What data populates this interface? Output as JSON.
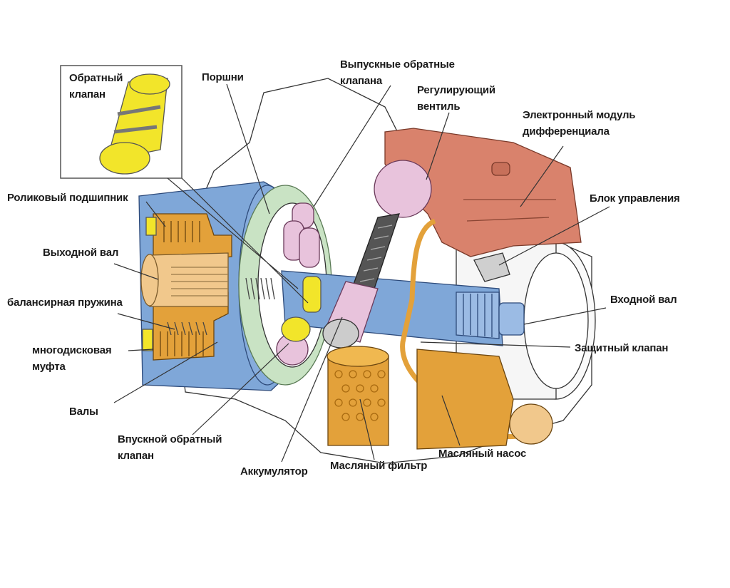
{
  "labels": {
    "check_valve": [
      "Обратный",
      "клапан"
    ],
    "pistons": "Поршни",
    "outlet_check_valves": [
      "Выпускные обратные",
      "клапана"
    ],
    "control_valve": [
      "Регулирующий",
      "вентиль"
    ],
    "electronic_module": [
      "Электронный модуль",
      "дифференциала"
    ],
    "roller_bearing": "Роликовый подшипник",
    "control_unit": "Блок управления",
    "output_shaft": "Выходной вал",
    "input_shaft": "Входной вал",
    "balance_spring": "балансирная пружина",
    "safety_valve": "Защитный клапан",
    "multi_disc_clutch": [
      "многодисковая",
      "муфта"
    ],
    "shafts": "Валы",
    "inlet_check_valve": [
      "Впускной обратный",
      "клапан"
    ],
    "accumulator": "Аккумулятор",
    "oil_filter": "Масляный фильтр",
    "oil_pump": "Масляный насос"
  },
  "colors": {
    "housing_blue": "#7fa7d8",
    "clutch_orange": "#e3a13a",
    "module_red": "#d9826c",
    "valve_yellow": "#f2e52a",
    "accumulator_pink": "#e8c3dc",
    "seal_green": "#c9e3c4",
    "shaft_tan": "#f1c88c"
  }
}
